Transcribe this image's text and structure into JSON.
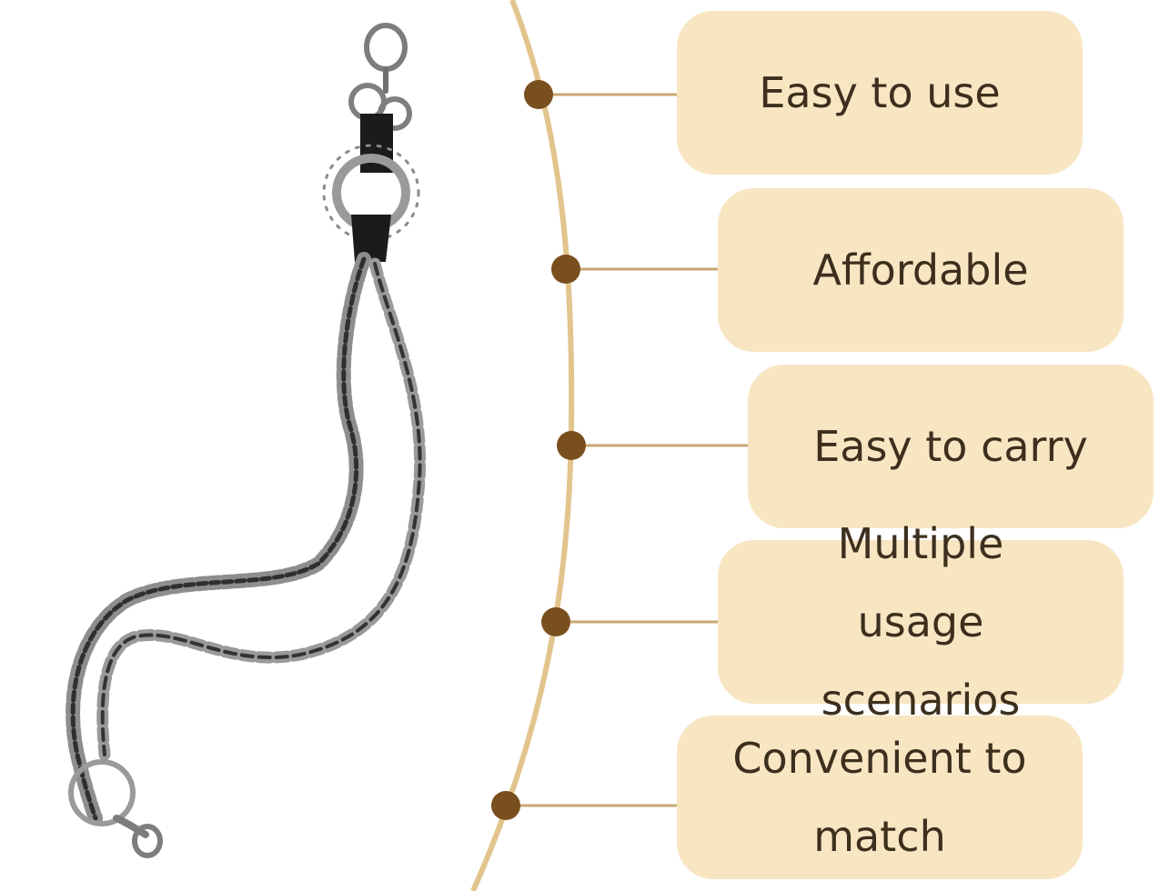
{
  "features": [
    {
      "label": "Easy to use"
    },
    {
      "label": "Affordable"
    },
    {
      "label": "Easy to carry"
    },
    {
      "label": "Multiple usage scenarios"
    },
    {
      "label": "Convenient to match"
    }
  ],
  "colors": {
    "panel": "#f8e6c3",
    "text": "#3d2f1e",
    "dot": "#7a4f1e",
    "arc": "#e2c48d",
    "connector": "#c9a772",
    "chain_metal": "#8e8e8e",
    "leather": "#1b1b1b"
  },
  "image": {
    "subject": "chain-keychain-icon"
  }
}
